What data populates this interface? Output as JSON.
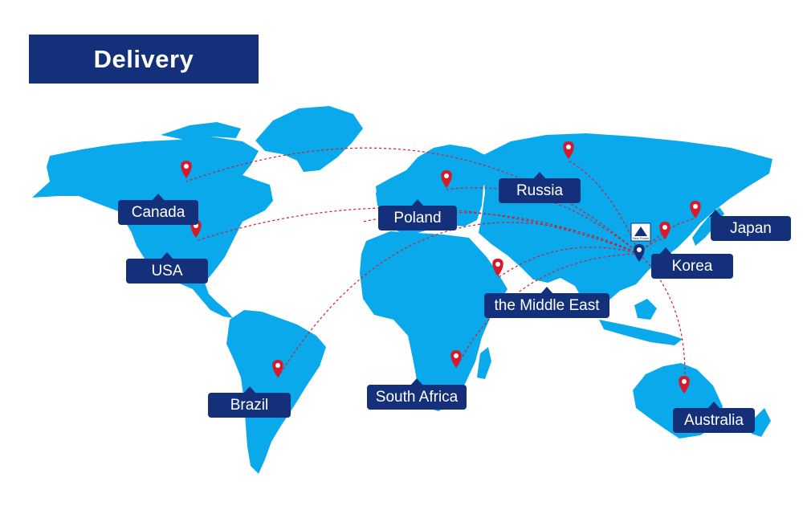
{
  "title": "Delivery",
  "colors": {
    "land": "#0aa9eb",
    "label_bg": "#14307a",
    "route": "#d7192c",
    "pin": "#d7192c",
    "origin_pin": "#14307a"
  },
  "origin": {
    "name": "Korea",
    "logo_text": "New Power",
    "icon": "origin-logo-icon"
  },
  "destinations": [
    {
      "id": "canada",
      "label": "Canada"
    },
    {
      "id": "usa",
      "label": "USA"
    },
    {
      "id": "brazil",
      "label": "Brazil"
    },
    {
      "id": "poland",
      "label": "Poland"
    },
    {
      "id": "russia",
      "label": "Russia"
    },
    {
      "id": "middle-east",
      "label": "the Middle East"
    },
    {
      "id": "south-africa",
      "label": "South Africa"
    },
    {
      "id": "japan",
      "label": "Japan"
    },
    {
      "id": "korea",
      "label": "Korea"
    },
    {
      "id": "australia",
      "label": "Australia"
    }
  ]
}
